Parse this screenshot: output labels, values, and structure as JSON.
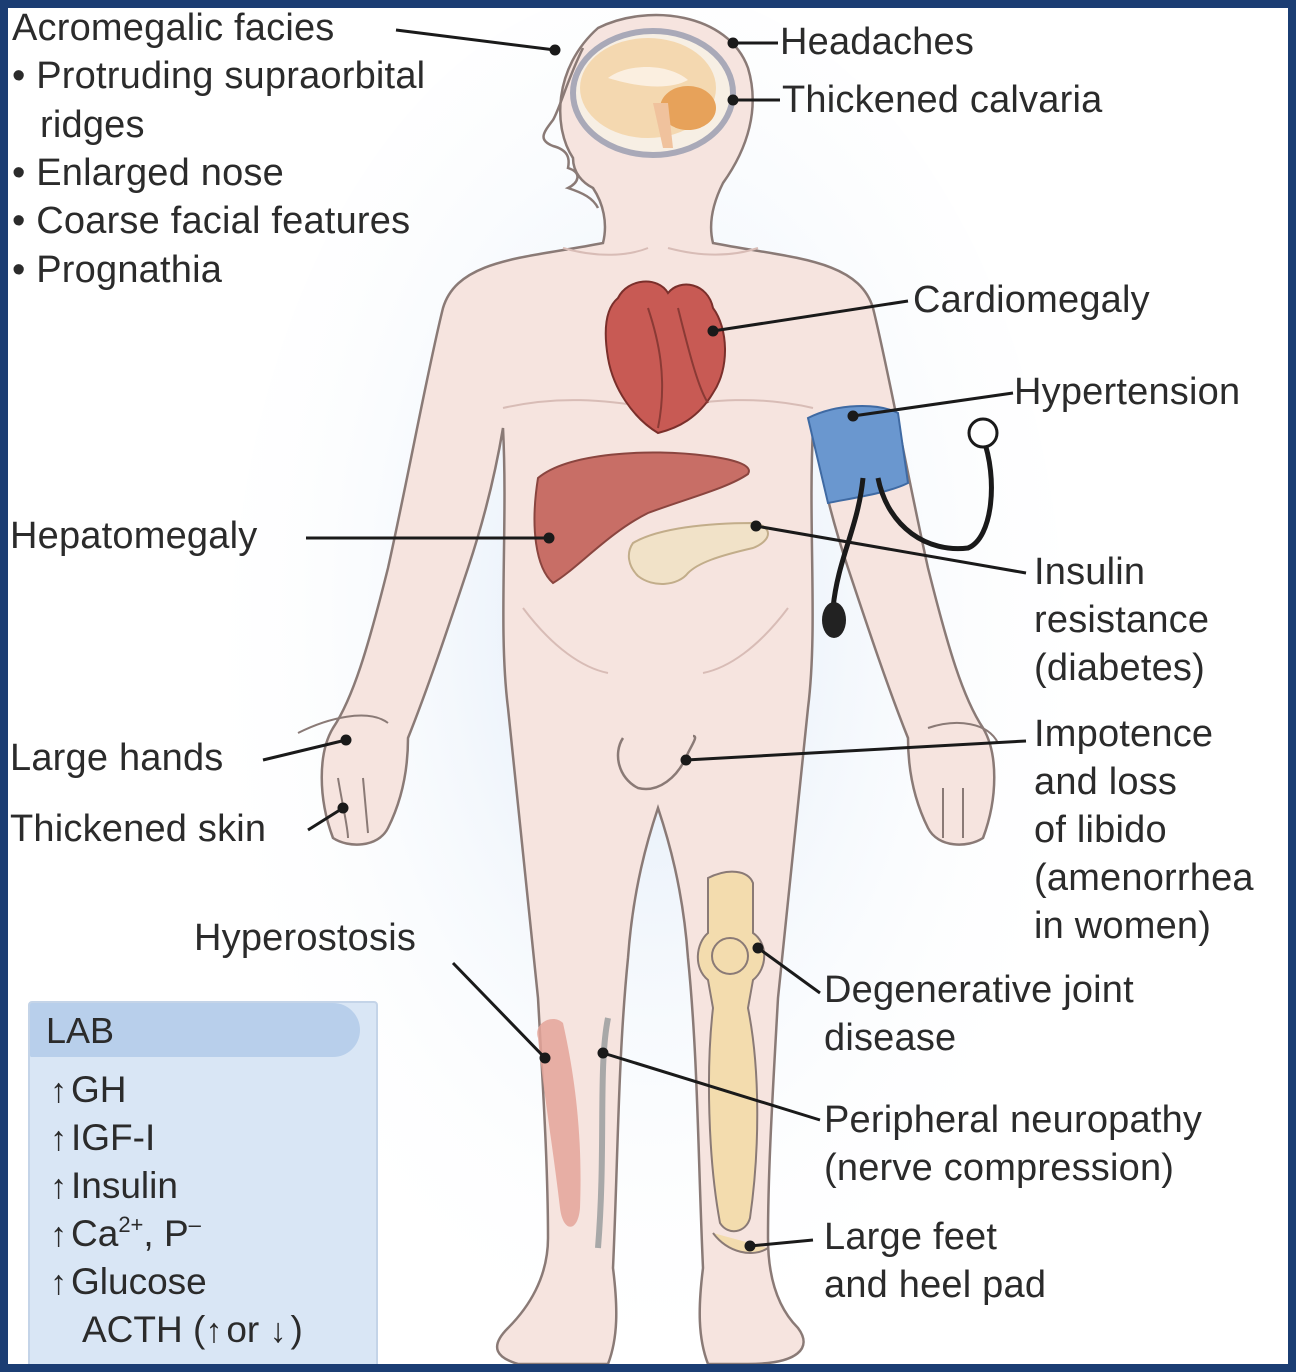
{
  "labels": {
    "acromegalic_facies": "Acromegalic facies",
    "facies_items": [
      "• Protruding supraorbital",
      "ridges",
      "• Enlarged nose",
      "• Coarse facial features",
      "• Prognathia"
    ],
    "headaches": "Headaches",
    "thickened_calvaria": "Thickened calvaria",
    "cardiomegaly": "Cardiomegaly",
    "hypertension": "Hypertension",
    "hepatomegaly": "Hepatomegaly",
    "insulin_resistance": [
      "Insulin",
      "resistance",
      "(diabetes)"
    ],
    "large_hands": "Large hands",
    "thickened_skin": "Thickened skin",
    "impotence": [
      "Impotence",
      "and loss",
      "of libido",
      "(amenorrhea",
      "in women)"
    ],
    "hyperostosis": "Hyperostosis",
    "degenerative_joint": [
      "Degenerative joint",
      "disease"
    ],
    "peripheral_neuropathy": [
      "Peripheral neuropathy",
      "(nerve compression)"
    ],
    "large_feet": [
      "Large feet",
      "and heel pad"
    ]
  },
  "lab": {
    "title": "LAB",
    "up_arrow": "🠕",
    "items": [
      "GH",
      "IGF-I",
      "Insulin"
    ],
    "calcium": {
      "base": "Ca",
      "sup1": "2+",
      "mid": ", P",
      "sup2": "–"
    },
    "glucose": "Glucose",
    "acth_prefix": "ACTH (",
    "acth_or": "or",
    "acth_suffix": ")",
    "up_symbol": "↑",
    "down_symbol": "↓"
  },
  "colors": {
    "border": "#1b3d73",
    "skin": "#f6e4df",
    "skin_outline": "#8a7a76",
    "heart": "#c85a54",
    "liver": "#c86e66",
    "pancreas": "#f1e2c8",
    "cuff": "#6a97cf",
    "bone": "#f3dcae",
    "lab_bg": "#d9e6f5",
    "lab_head": "#b8cfeb"
  }
}
